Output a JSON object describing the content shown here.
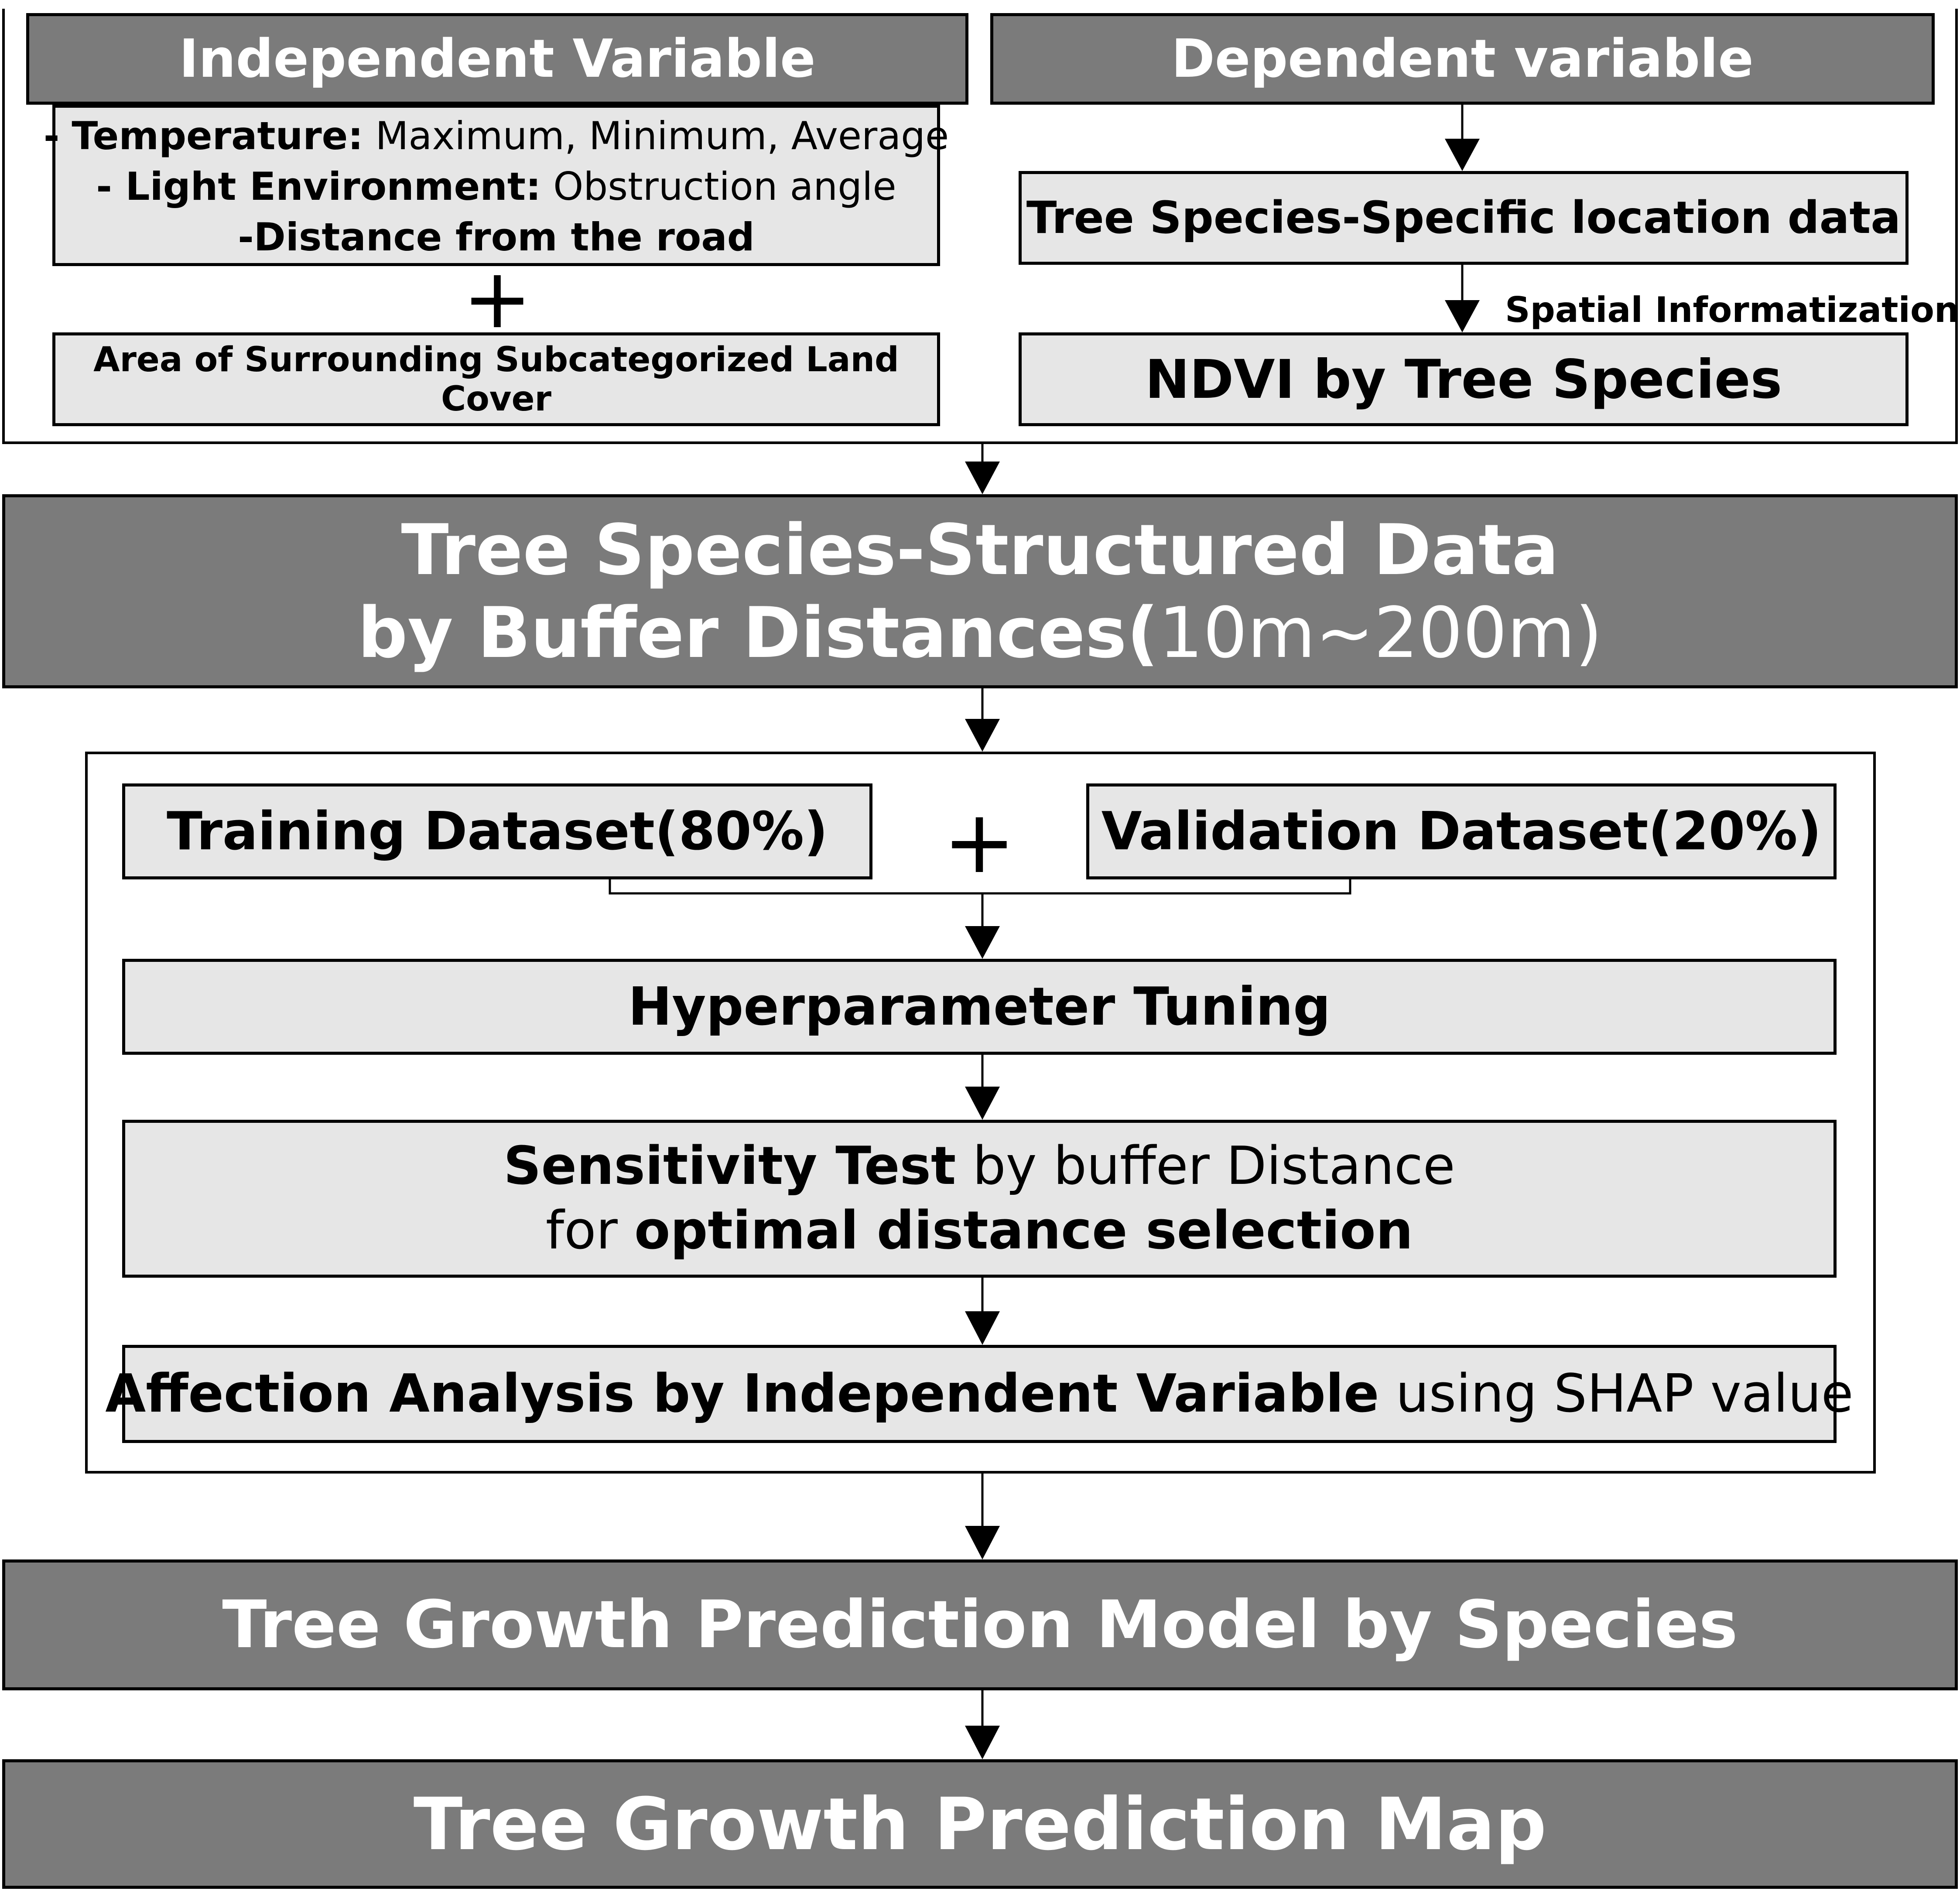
{
  "top": {
    "independent": {
      "header": "Independent Variable",
      "line1_bullet": "-",
      "line1_bold": "Temperature:",
      "line1_rest": " Maximum, Minimum, Average",
      "line2_bold": "- Light Environment:",
      "line2_rest": " Obstruction angle",
      "line3_bold": "-Distance from the road",
      "plus": "+",
      "land_cover": "Area of Surrounding Subcategorized Land Cover"
    },
    "dependent": {
      "header": "Dependent variable",
      "location": "Tree Species-Specific location data",
      "arrow_label": "Spatial Informatization",
      "ndvi": "NDVI by Tree Species"
    }
  },
  "structured": {
    "line1": "Tree Species-Structured Data",
    "line2_bold": "by Buffer Distances(",
    "line2_rest": "10m~200m)"
  },
  "model_block": {
    "training": "Training Dataset(80%)",
    "plus": "+",
    "validation": "Validation Dataset(20%)",
    "tuning": "Hyperparameter Tuning",
    "sensitivity_bold": "Sensitivity Test",
    "sensitivity_rest": " by buffer Distance",
    "sensitivity_for": "for ",
    "sensitivity_bold2": "optimal distance selection",
    "affection_bold": "Affection Analysis by Independent Variable",
    "affection_rest": " using SHAP value"
  },
  "prediction_model": "Tree Growth Prediction Model by Species",
  "prediction_map": "Tree Growth Prediction Map"
}
